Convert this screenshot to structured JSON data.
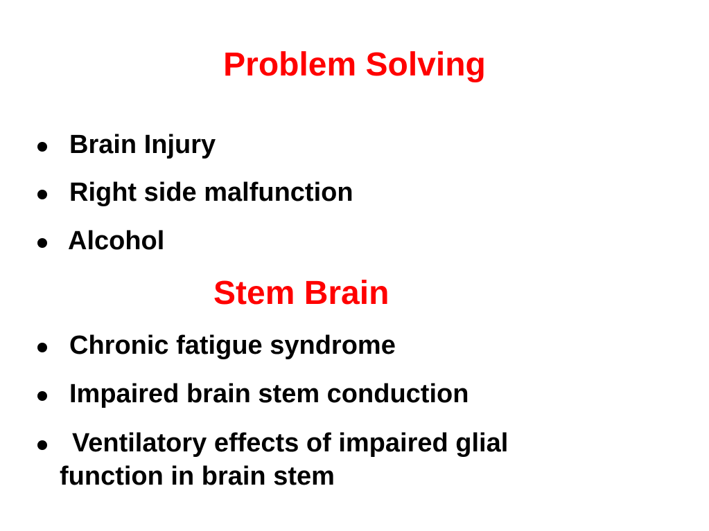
{
  "slide": {
    "title": "Problem Solving",
    "section_one": {
      "items": [
        "Brain Injury",
        "Right side malfunction",
        "Alcohol"
      ]
    },
    "subtitle": "Stem Brain",
    "section_two": {
      "items": [
        "Chronic fatigue syndrome",
        "Impaired brain stem conduction",
        "Ventilatory effects of impaired glial"
      ],
      "continuation": "function in brain stem"
    },
    "colors": {
      "heading": "#ff0000",
      "body": "#000000",
      "background": "#ffffff"
    },
    "bullet_icon": "filled-circle-bullet-icon"
  }
}
